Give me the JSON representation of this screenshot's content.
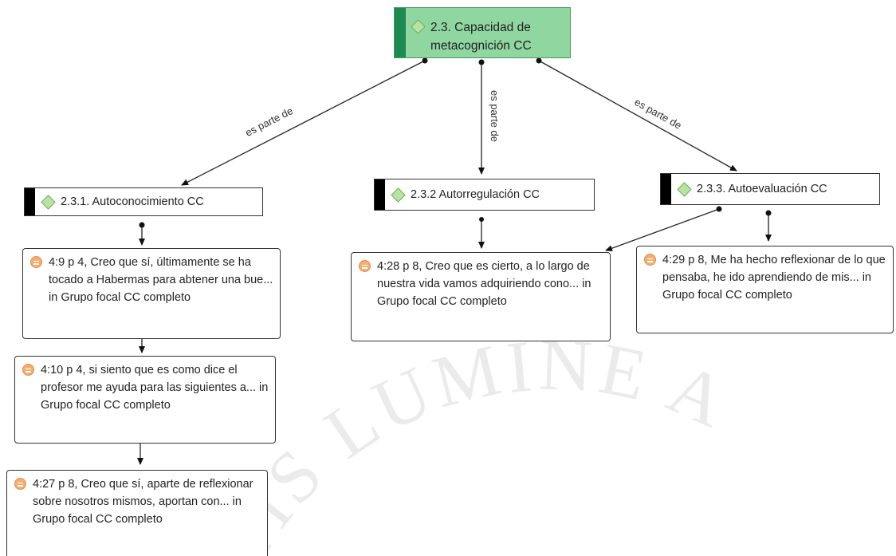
{
  "watermark": {
    "text": "TIS LUMINE A"
  },
  "nodes": {
    "root": {
      "label": "2.3. Capacidad de metacognición CC",
      "line1": "2.3. Capacidad de",
      "line2": "metacognición CC",
      "icon": "diamond-icon",
      "color": "#8fd6a0"
    },
    "auto1": {
      "label": "2.3.1. Autoconocimiento CC",
      "icon": "diamond-icon"
    },
    "auto2": {
      "label": "2.3.2 Autorregulación CC",
      "icon": "diamond-icon"
    },
    "auto3": {
      "label": "2.3.3. Autoevaluación CC",
      "icon": "diamond-icon"
    }
  },
  "quotes": [
    {
      "text": "4:9 p 4, Creo que sí, últimamente se ha tocado a Habermas  para abtener una bue... in Grupo focal CC completo",
      "icon": "quotation-icon"
    },
    {
      "text": "4:10 p 4, si siento que es como dice el  profesor me ayuda para las siguientes a... in Grupo focal CC completo",
      "icon": "quotation-icon"
    },
    {
      "text": "4:27 p 8, Creo que sí, aparte de reflexionar sobre nosotros mismos, aportan con... in Grupo focal CC completo",
      "icon": "quotation-icon"
    },
    {
      "text": "4:28 p 8, Creo que es cierto, a lo largo de nuestra vida vamos adquiriendo  cono... in Grupo focal CC completo",
      "icon": "quotation-icon"
    },
    {
      "text": "4:29 p 8, Me ha hecho reflexionar de lo que pensaba, he ido aprendiendo de mis... in Grupo focal CC completo",
      "icon": "quotation-icon"
    }
  ],
  "edges": {
    "relation_label": "es parte de"
  }
}
